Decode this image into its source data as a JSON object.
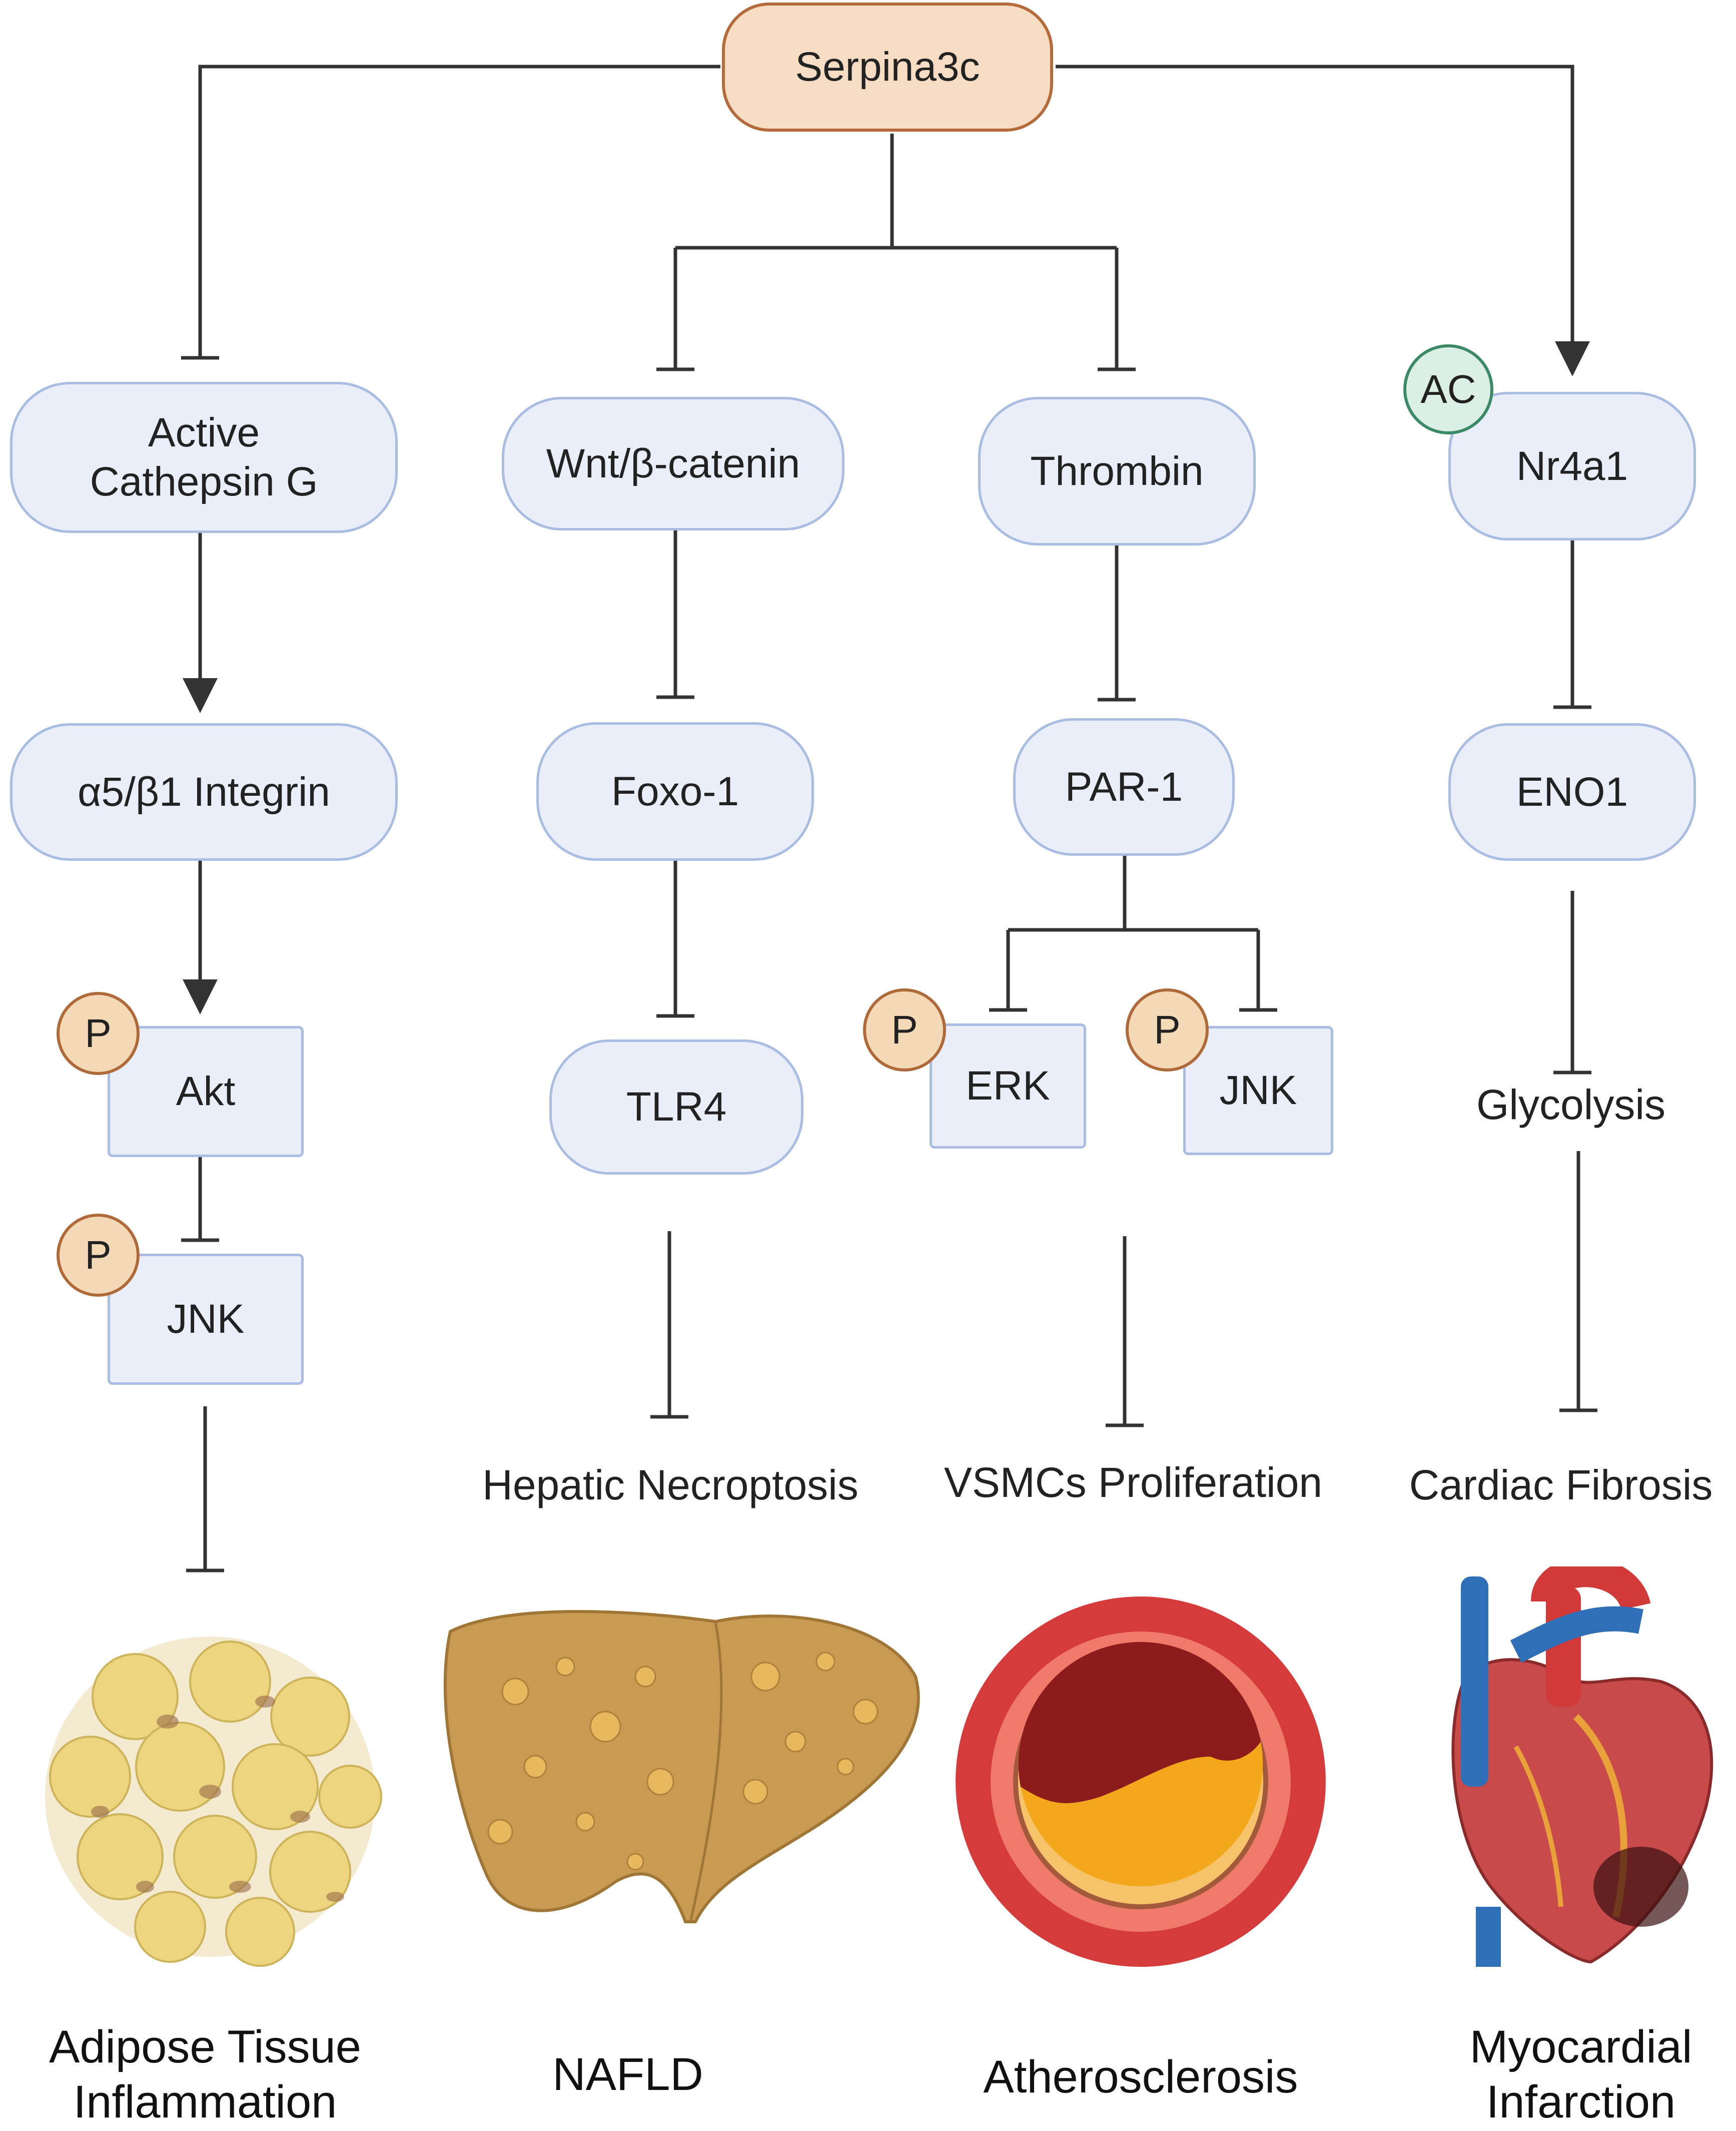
{
  "root": "Serpina3c",
  "nodes": {
    "cathepsin": "Active\nCathepsin G",
    "integrin": "α5/β1 Integrin",
    "akt": "Akt",
    "jnk_left": "JNK",
    "wnt": "Wnt/β-catenin",
    "foxo": "Foxo-1",
    "tlr4": "TLR4",
    "thrombin": "Thrombin",
    "par1": "PAR-1",
    "erk": "ERK",
    "jnk_mid": "JNK",
    "nr4a1": "Nr4a1",
    "eno1": "ENO1"
  },
  "badges": {
    "phospho": "P",
    "acetyl": "AC"
  },
  "processes": {
    "glycolysis": "Glycolysis",
    "hepatic": "Hepatic Necroptosis",
    "vsmc": "VSMCs Proliferation",
    "cardiac": "Cardiac Fibrosis"
  },
  "diseases": {
    "adipose": "Adipose Tissue\nInflammation",
    "nafld": "NAFLD",
    "athero": "Atherosclerosis",
    "mi": "Myocardial\nInfarction"
  },
  "colors": {
    "box_fill": "#e9eef8",
    "box_border": "#a9bde3",
    "root_fill": "#f6dcc3",
    "root_border": "#b46a3a",
    "line": "#333333"
  }
}
